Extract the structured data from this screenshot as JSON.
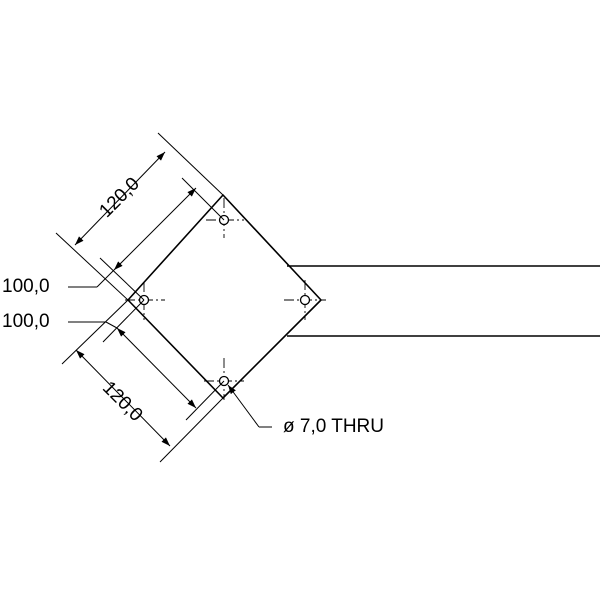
{
  "dimensions": {
    "width_top": "120,0",
    "width_bottom": "120,0",
    "hole_spacing_upper": "100,0",
    "hole_spacing_lower": "100,0"
  },
  "callout": {
    "hole_note": "ø 7,0 THRU"
  }
}
